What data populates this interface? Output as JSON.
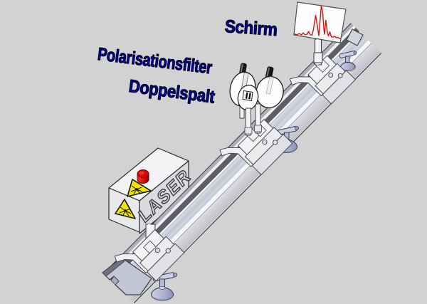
{
  "scene": {
    "labels": {
      "screen": "Schirm",
      "polarization_filter": "Polarisationsfilter",
      "double_slit": "Doppelspalt"
    },
    "laser": {
      "label": "LASER"
    },
    "colors": {
      "background": "#d2d2d2",
      "label_blue": "#0000b4",
      "laser_button_red": "#e01010",
      "warning_yellow": "#efe400",
      "diffraction_red": "#dd1010",
      "rail_metal": "#c8cdda",
      "foot_lilac": "#b4b8d4",
      "disk_white": "#fdfdfd"
    }
  }
}
